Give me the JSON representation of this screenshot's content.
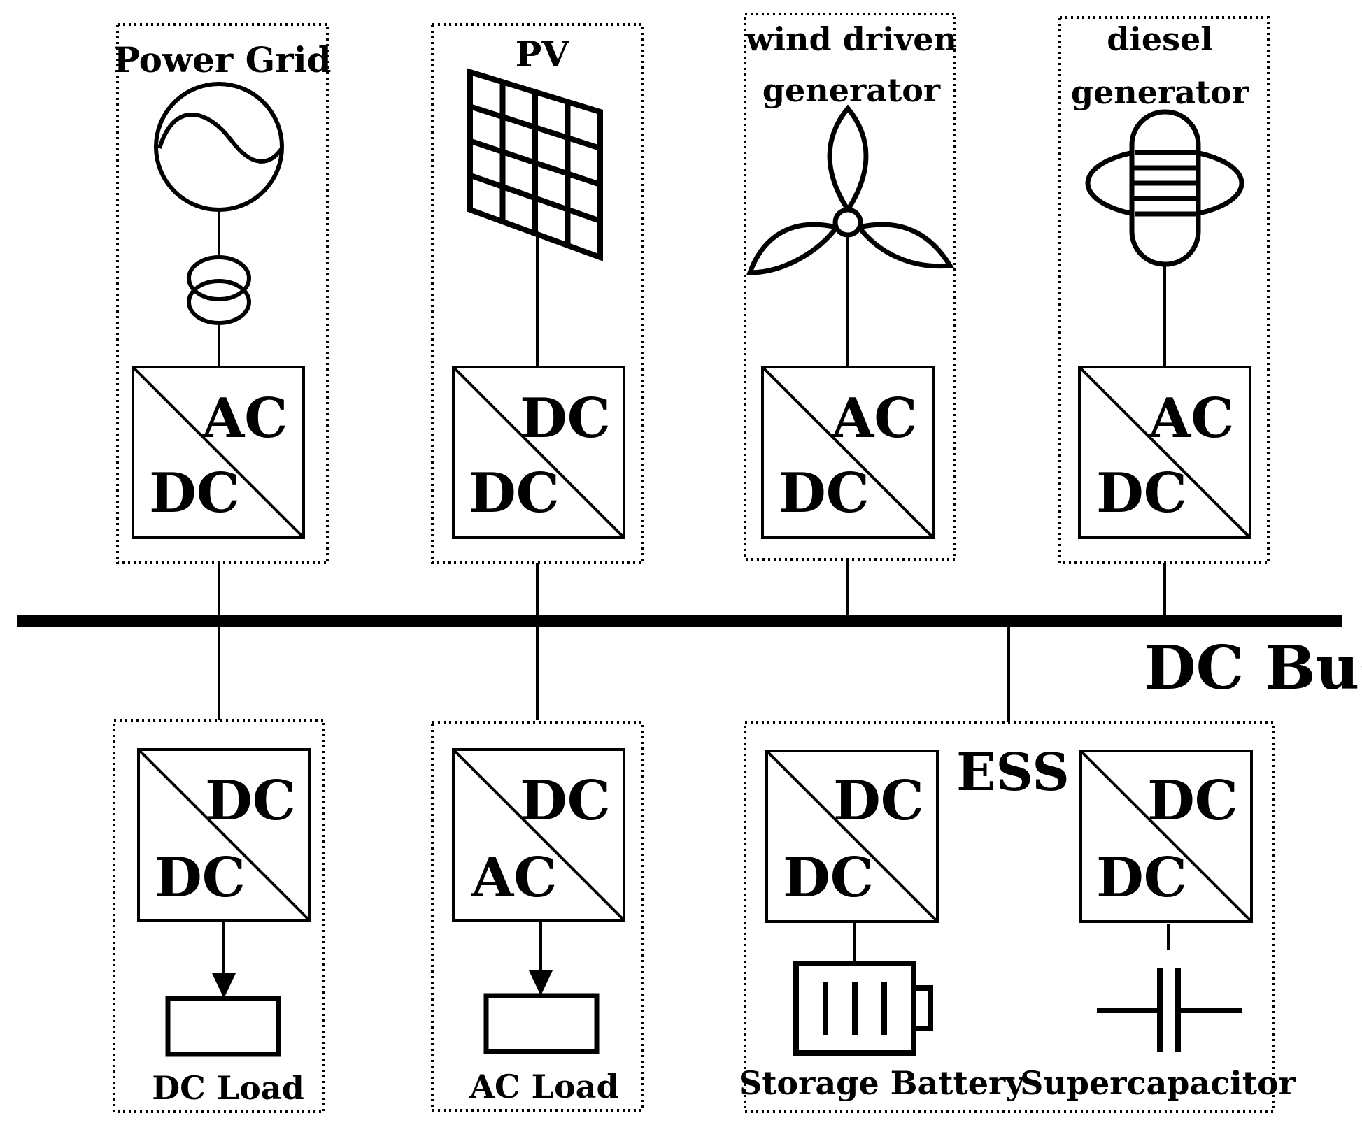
{
  "sources": {
    "grid": {
      "title": "Power Grid",
      "top": "AC",
      "bottom": "DC"
    },
    "pv": {
      "title": "PV",
      "top": "DC",
      "bottom": "DC"
    },
    "wind": {
      "title_line1": "wind driven",
      "title_line2": "generator",
      "top": "AC",
      "bottom": "DC"
    },
    "diesel": {
      "title_line1": "diesel",
      "title_line2": "generator",
      "top": "AC",
      "bottom": "DC"
    }
  },
  "bus": {
    "label": "DC Bus"
  },
  "loads": {
    "dc": {
      "top": "DC",
      "bottom": "DC",
      "label": "DC Load"
    },
    "ac": {
      "top": "DC",
      "bottom": "AC",
      "label": "AC Load"
    }
  },
  "ess": {
    "label": "ESS",
    "battery": {
      "top": "DC",
      "bottom": "DC",
      "label": "Storage Battery"
    },
    "supercap": {
      "top": "DC",
      "bottom": "DC",
      "label": "Supercapacitor"
    }
  }
}
